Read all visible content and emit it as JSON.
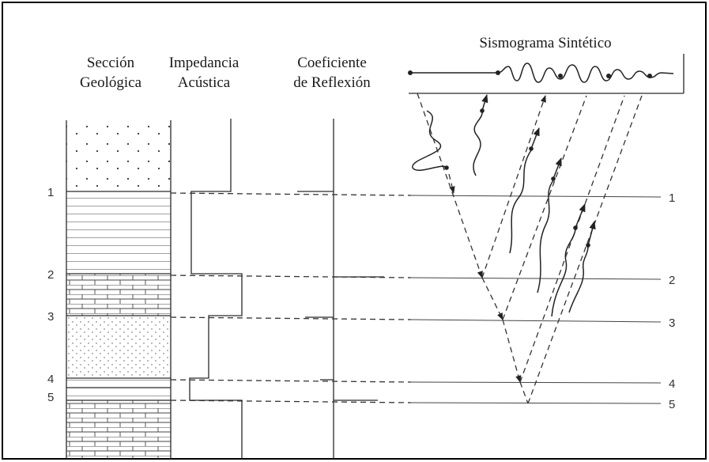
{
  "headers": {
    "seccion_l1": "Sección",
    "seccion_l2": "Geológica",
    "impedancia_l1": "Impedancia",
    "impedancia_l2": "Acústica",
    "coef_l1": "Coeficiente",
    "coef_l2": "de Reflexión",
    "sismograma": "Sismograma Sintético"
  },
  "interfaces": [
    {
      "label_left": "1",
      "label_right": "1"
    },
    {
      "label_left": "2",
      "label_right": "2"
    },
    {
      "label_left": "3",
      "label_right": "3"
    },
    {
      "label_left": "4",
      "label_right": "4"
    },
    {
      "label_left": "5",
      "label_right": "5"
    }
  ],
  "colors": {
    "border": "#000000",
    "ink": "#2a2a2a",
    "background": "#ffffff"
  }
}
